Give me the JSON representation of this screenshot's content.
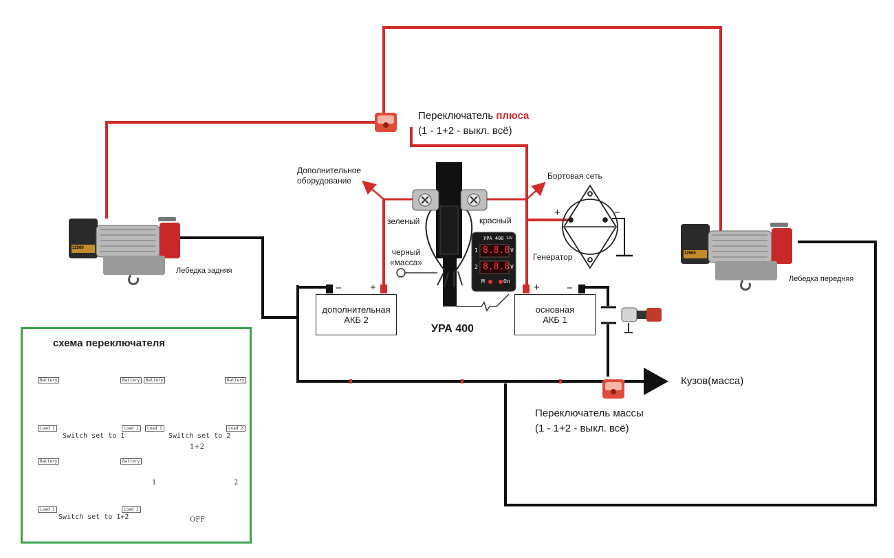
{
  "labels": {
    "plus_switch_prefix": "Переключатель",
    "plus_switch_accent": "плюса",
    "plus_switch_modes": "(1 - 1+2 - выкл. всё)",
    "extra_equipment_line1": "Дополнительное",
    "extra_equipment_line2": "оборудование",
    "onboard_network": "Бортовая сеть",
    "green_wire": "зеленый",
    "red_wire": "красный",
    "black_wire_line1": "черный",
    "black_wire_line2": "«масса»",
    "generator": "Генератор",
    "rear_winch": "Лебедка задняя",
    "front_winch": "Лебедка передняя",
    "device_name": "УРА 400",
    "body_ground": "Кузов(масса)",
    "ground_switch_title": "Переключатель массы",
    "ground_switch_modes": "(1 - 1+2 - выкл. всё)",
    "plus_sign": "+",
    "minus_sign": "−"
  },
  "batteries": {
    "aux": {
      "line1": "дополнительная",
      "line2": "АКБ 2"
    },
    "main": {
      "line1": "основная",
      "line2": "АКБ 1"
    }
  },
  "meter": {
    "model": "УРА 400",
    "voltage_rating": "12V",
    "display_1": "8.8.8",
    "display_2": "8.8.8",
    "unit": "V",
    "row1": "1",
    "row2": "2",
    "led_m": "M",
    "led_on": "On"
  },
  "winch_badge": "12500",
  "inset": {
    "title": "схема переключателя",
    "captions": [
      "Switch set to 1",
      "Switch set to 2",
      "Switch set to 1+2"
    ],
    "terminal_labels": {
      "battery": "Battery",
      "load1": "Load 1",
      "load2": "Load 2"
    },
    "dial": {
      "top": "1+2",
      "left": "1",
      "right": "2",
      "bottom": "OFF"
    }
  },
  "colors": {
    "positive_wire": "#d42a2a",
    "ground_wire": "#111111",
    "inset_border": "#3aa44c",
    "switch_body": "#e04a3a"
  }
}
